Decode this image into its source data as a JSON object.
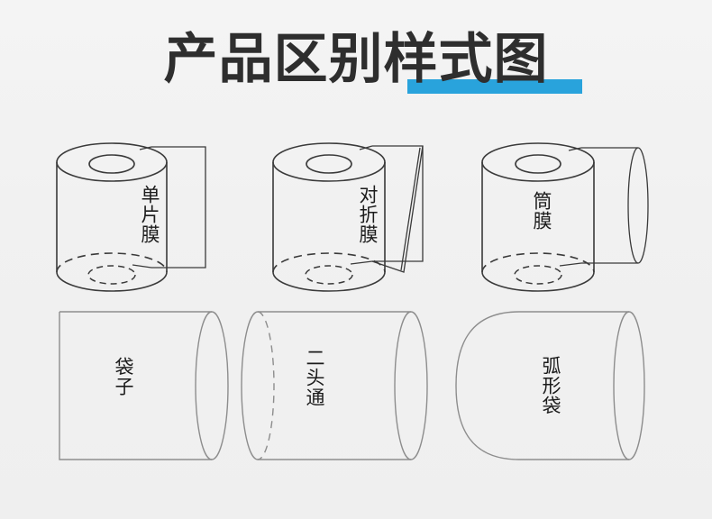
{
  "page": {
    "background_color": "#f1f1f1",
    "line_color": "#3a3a3a",
    "line_color_light": "#8d8d8d"
  },
  "header": {
    "title": "产品区别样式图",
    "highlight_color": "#29a3dc",
    "title_color": "#2e2e2e"
  },
  "diagram": {
    "row1": [
      {
        "key": "single-film",
        "label": "单片膜",
        "shape": "roll-with-flat-sheet"
      },
      {
        "key": "folded-film",
        "label": "对折膜",
        "shape": "roll-with-folded-sheet"
      },
      {
        "key": "tube-film",
        "label": "筒膜",
        "shape": "roll-with-tube"
      }
    ],
    "row2": [
      {
        "key": "bag",
        "label": "袋子",
        "shape": "cylinder-open-right"
      },
      {
        "key": "two-way-tube",
        "label": "二头通",
        "shape": "cylinder-open-both"
      },
      {
        "key": "arc-bag",
        "label": "弧形袋",
        "shape": "cylinder-rounded-left"
      }
    ]
  }
}
